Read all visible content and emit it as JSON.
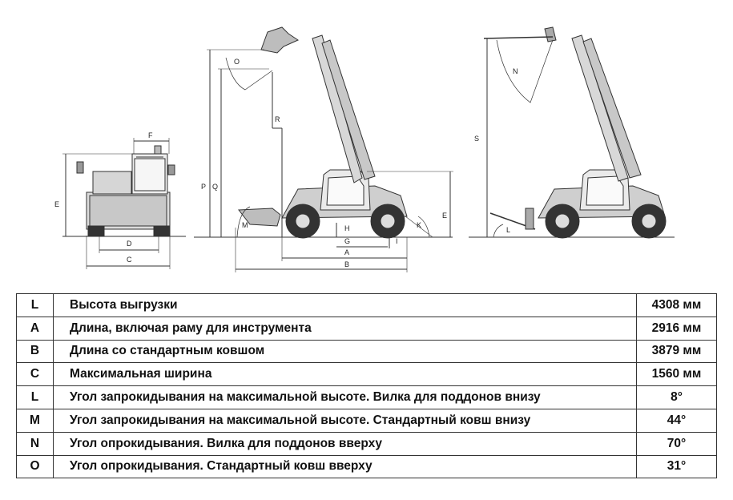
{
  "diagram": {
    "labels": {
      "E_front": "E",
      "F": "F",
      "D": "D",
      "C": "C",
      "P": "P",
      "Q": "Q",
      "O": "O",
      "R": "R",
      "M": "M",
      "H": "H",
      "G": "G",
      "A": "A",
      "B": "B",
      "I": "I",
      "K": "K",
      "E_side": "E",
      "N": "N",
      "S": "S",
      "L": "L"
    }
  },
  "table": {
    "rows": [
      {
        "code": "L",
        "desc": "Высота выгрузки",
        "value": "4308 мм"
      },
      {
        "code": "A",
        "desc": "Длина, включая раму для инструмента",
        "value": "2916 мм"
      },
      {
        "code": "B",
        "desc": "Длина со стандартным ковшом",
        "value": "3879 мм"
      },
      {
        "code": "C",
        "desc": "Максимальная ширина",
        "value": "1560 мм"
      },
      {
        "code": "L",
        "desc": "Угол запрокидывания на максимальной высоте. Вилка для поддонов внизу",
        "value": "8°"
      },
      {
        "code": "M",
        "desc": "Угол запрокидывания на максимальной высоте. Стандартный ковш внизу",
        "value": "44°"
      },
      {
        "code": "N",
        "desc": "Угол опрокидывания. Вилка для поддонов вверху",
        "value": "70°"
      },
      {
        "code": "O",
        "desc": "Угол опрокидывания. Стандартный ковш вверху",
        "value": "31°"
      }
    ]
  }
}
